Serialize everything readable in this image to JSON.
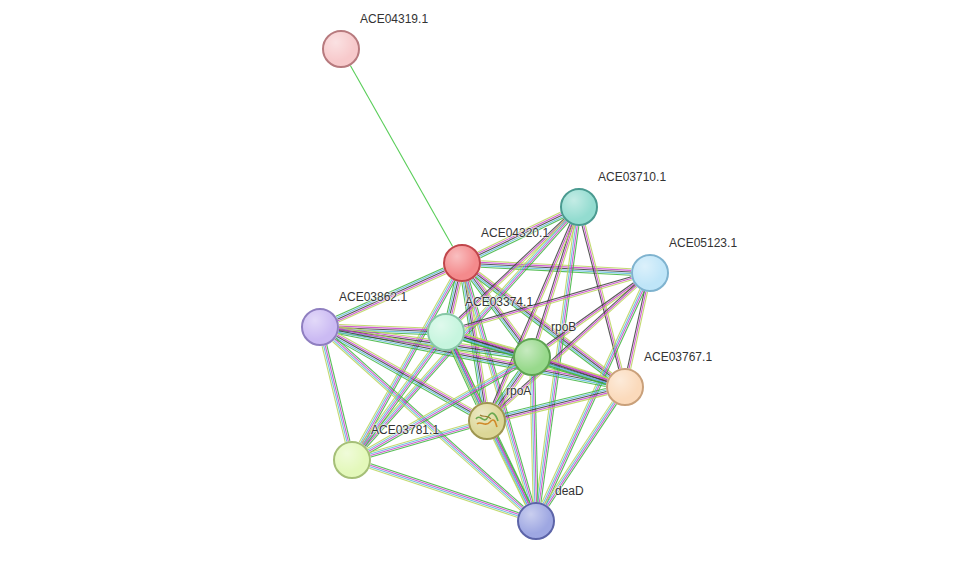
{
  "diagram": {
    "nodes": [
      {
        "text": [
          "ACE04319.1"
        ]
      },
      {
        "text": [
          "ACE04320.1"
        ]
      },
      {
        "text": [
          "ACE03710.1"
        ]
      },
      {
        "text": [
          "ACE05123.1"
        ]
      },
      {
        "text": [
          "ACE03862.1"
        ]
      },
      {
        "text": [
          "ACE03374.1"
        ]
      },
      {
        "text": [
          "rpoB"
        ]
      },
      {
        "text": [
          "ACE03767.1"
        ]
      },
      {
        "text": [
          "rpoA"
        ]
      },
      {
        "text": [
          "ACE03781.1"
        ]
      },
      {
        "text": [
          "deaD"
        ]
      }
    ],
    "edges": [
      {
        "from": 0,
        "to": 1,
        "arrow": "none"
      },
      {
        "from": 1,
        "to": 2,
        "arrow": "none"
      },
      {
        "from": 1,
        "to": 3,
        "arrow": "none"
      },
      {
        "from": 1,
        "to": 4,
        "arrow": "none"
      },
      {
        "from": 1,
        "to": 5,
        "arrow": "none"
      },
      {
        "from": 1,
        "to": 6,
        "arrow": "none"
      },
      {
        "from": 1,
        "to": 7,
        "arrow": "none"
      },
      {
        "from": 1,
        "to": 8,
        "arrow": "none"
      },
      {
        "from": 1,
        "to": 9,
        "arrow": "none"
      },
      {
        "from": 1,
        "to": 10,
        "arrow": "none"
      },
      {
        "from": 2,
        "to": 5,
        "arrow": "none"
      },
      {
        "from": 2,
        "to": 6,
        "arrow": "none"
      },
      {
        "from": 2,
        "to": 7,
        "arrow": "none"
      },
      {
        "from": 2,
        "to": 8,
        "arrow": "none"
      },
      {
        "from": 2,
        "to": 9,
        "arrow": "none"
      },
      {
        "from": 2,
        "to": 10,
        "arrow": "none"
      },
      {
        "from": 3,
        "to": 5,
        "arrow": "none"
      },
      {
        "from": 3,
        "to": 6,
        "arrow": "none"
      },
      {
        "from": 3,
        "to": 7,
        "arrow": "none"
      },
      {
        "from": 3,
        "to": 8,
        "arrow": "none"
      },
      {
        "from": 3,
        "to": 10,
        "arrow": "none"
      },
      {
        "from": 4,
        "to": 5,
        "arrow": "none"
      },
      {
        "from": 4,
        "to": 6,
        "arrow": "none"
      },
      {
        "from": 4,
        "to": 7,
        "arrow": "none"
      },
      {
        "from": 4,
        "to": 8,
        "arrow": "none"
      },
      {
        "from": 4,
        "to": 9,
        "arrow": "none"
      },
      {
        "from": 4,
        "to": 10,
        "arrow": "none"
      },
      {
        "from": 5,
        "to": 6,
        "arrow": "none"
      },
      {
        "from": 5,
        "to": 7,
        "arrow": "none"
      },
      {
        "from": 5,
        "to": 8,
        "arrow": "none"
      },
      {
        "from": 5,
        "to": 9,
        "arrow": "none"
      },
      {
        "from": 5,
        "to": 10,
        "arrow": "none"
      },
      {
        "from": 6,
        "to": 7,
        "arrow": "none"
      },
      {
        "from": 6,
        "to": 8,
        "arrow": "none"
      },
      {
        "from": 6,
        "to": 9,
        "arrow": "none"
      },
      {
        "from": 6,
        "to": 10,
        "arrow": "none"
      },
      {
        "from": 7,
        "to": 8,
        "arrow": "none"
      },
      {
        "from": 7,
        "to": 10,
        "arrow": "none"
      },
      {
        "from": 8,
        "to": 9,
        "arrow": "none"
      },
      {
        "from": 8,
        "to": 10,
        "arrow": "none"
      },
      {
        "from": 9,
        "to": 10,
        "arrow": "none"
      }
    ]
  }
}
